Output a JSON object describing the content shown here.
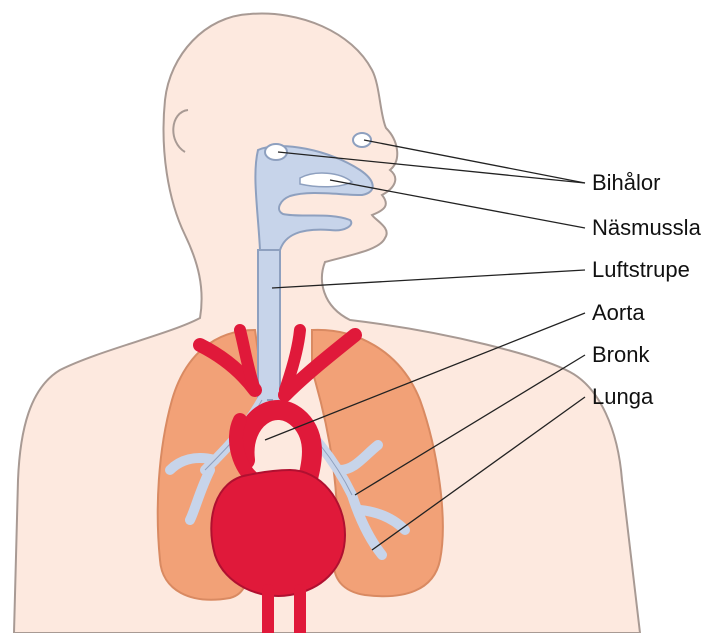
{
  "labels": {
    "sinuses": "Bihålor",
    "nasal_concha": "Näsmussla",
    "trachea": "Luftstrupe",
    "aorta": "Aorta",
    "bronchus": "Bronk",
    "lung": "Lunga"
  },
  "colors": {
    "skin": "#fde9df",
    "skin_outline": "#a89a94",
    "lung": "#f2a177",
    "lung_outline": "#d98a62",
    "airway": "#c7d4ea",
    "airway_outline": "#8ea0bf",
    "vessel": "#e0193a",
    "vessel_outline": "#b01030",
    "leader": "#222222"
  }
}
